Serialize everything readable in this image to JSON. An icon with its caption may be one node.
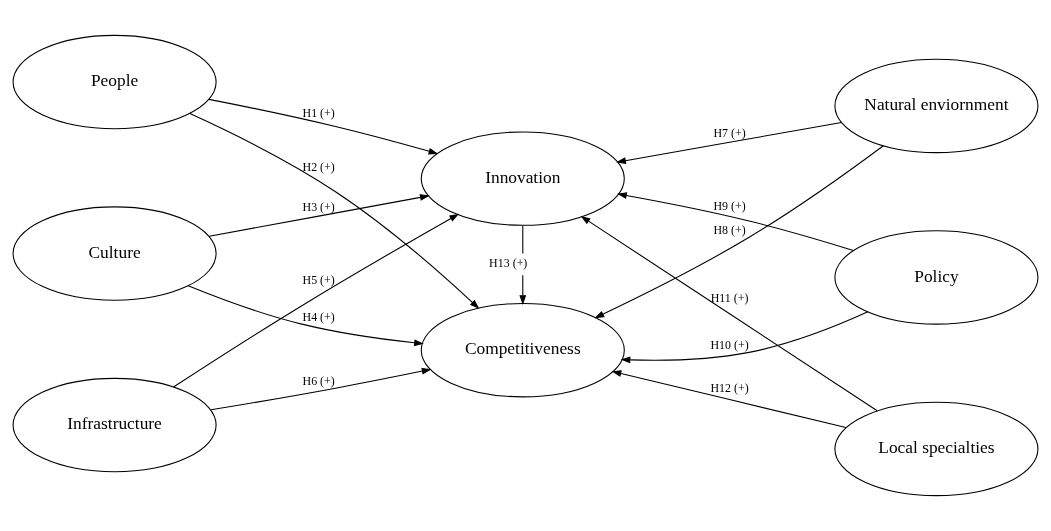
{
  "diagram": {
    "nodes": [
      {
        "text": [
          "People"
        ]
      },
      {
        "text": [
          "Culture"
        ]
      },
      {
        "text": [
          "Infrastructure"
        ]
      },
      {
        "text": [
          "Innovation"
        ]
      },
      {
        "text": [
          "Competitiveness"
        ]
      },
      {
        "text": [
          "Natural enviornment"
        ]
      },
      {
        "text": [
          "Policy"
        ]
      },
      {
        "text": [
          "Local specialties"
        ]
      }
    ],
    "edges": [
      {
        "from": 0,
        "to": 3,
        "arrow": "to",
        "label": "H1 (+)"
      },
      {
        "from": 0,
        "to": 4,
        "arrow": "to",
        "label": "H2 (+)"
      },
      {
        "from": 1,
        "to": 3,
        "arrow": "to",
        "label": "H3 (+)"
      },
      {
        "from": 1,
        "to": 4,
        "arrow": "to",
        "label": "H4 (+)"
      },
      {
        "from": 2,
        "to": 3,
        "arrow": "to",
        "label": "H5 (+)"
      },
      {
        "from": 2,
        "to": 4,
        "arrow": "to",
        "label": "H6 (+)"
      },
      {
        "from": 5,
        "to": 3,
        "arrow": "to",
        "label": "H7 (+)"
      },
      {
        "from": 5,
        "to": 4,
        "arrow": "to",
        "label": "H8 (+)"
      },
      {
        "from": 6,
        "to": 3,
        "arrow": "to",
        "label": "H9 (+)"
      },
      {
        "from": 6,
        "to": 4,
        "arrow": "to",
        "label": "H10 (+)"
      },
      {
        "from": 7,
        "to": 3,
        "arrow": "to",
        "label": "H11 (+)"
      },
      {
        "from": 7,
        "to": 4,
        "arrow": "to",
        "label": "H12 (+)"
      },
      {
        "from": 3,
        "to": 4,
        "arrow": "to",
        "label": "H13 (+)"
      }
    ]
  }
}
